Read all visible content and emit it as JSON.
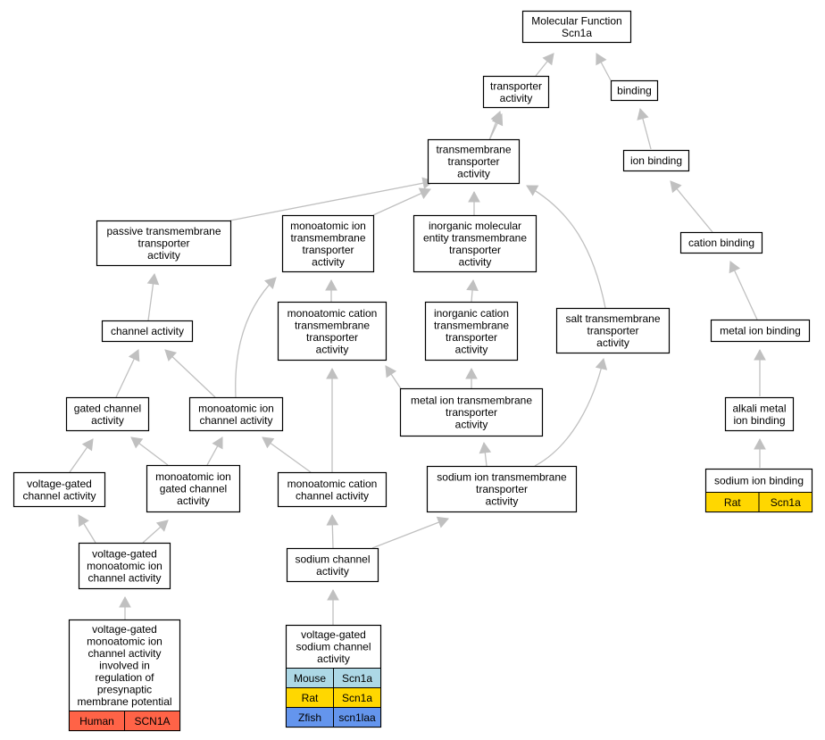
{
  "colors": {
    "edge": "#c0c0c0",
    "Human": "#ff6347",
    "Mouse": "#add8e6",
    "Rat": "#ffd700",
    "Zfish": "#6495ed"
  },
  "nodes": {
    "mf": {
      "lines": [
        "Molecular Function",
        "Scn1a"
      ]
    },
    "ta": {
      "lines": [
        "transporter",
        "activity"
      ]
    },
    "bind": {
      "lines": [
        "binding"
      ]
    },
    "tmta": {
      "lines": [
        "transmembrane",
        "transporter",
        "activity"
      ]
    },
    "ionb": {
      "lines": [
        "ion binding"
      ]
    },
    "ptta": {
      "lines": [
        "passive transmembrane",
        "transporter",
        "activity"
      ]
    },
    "mitta": {
      "lines": [
        "monoatomic ion",
        "transmembrane",
        "transporter",
        "activity"
      ]
    },
    "imetta": {
      "lines": [
        "inorganic molecular",
        "entity transmembrane",
        "transporter",
        "activity"
      ]
    },
    "catb": {
      "lines": [
        "cation binding"
      ]
    },
    "chan": {
      "lines": [
        "channel activity"
      ]
    },
    "mctta": {
      "lines": [
        "monoatomic cation",
        "transmembrane",
        "transporter",
        "activity"
      ]
    },
    "icta": {
      "lines": [
        "inorganic cation",
        "transmembrane",
        "transporter",
        "activity"
      ]
    },
    "salt": {
      "lines": [
        "salt transmembrane",
        "transporter",
        "activity"
      ]
    },
    "metb": {
      "lines": [
        "metal ion binding"
      ]
    },
    "gated": {
      "lines": [
        "gated channel",
        "activity"
      ]
    },
    "mich": {
      "lines": [
        "monoatomic ion",
        "channel activity"
      ]
    },
    "metta": {
      "lines": [
        "metal ion transmembrane",
        "transporter",
        "activity"
      ]
    },
    "alk": {
      "lines": [
        "alkali metal",
        "ion binding"
      ]
    },
    "vgc": {
      "lines": [
        "voltage-gated",
        "channel activity"
      ]
    },
    "migc": {
      "lines": [
        "monoatomic ion",
        "gated channel",
        "activity"
      ]
    },
    "mcch": {
      "lines": [
        "monoatomic cation",
        "channel activity"
      ]
    },
    "sita": {
      "lines": [
        "sodium ion transmembrane",
        "transporter",
        "activity"
      ]
    },
    "sodb": {
      "lines": [
        "sodium ion binding"
      ],
      "rows": [
        [
          "Rat",
          "Scn1a"
        ]
      ]
    },
    "vgmic": {
      "lines": [
        "voltage-gated",
        "monoatomic ion",
        "channel activity"
      ]
    },
    "sch": {
      "lines": [
        "sodium channel",
        "activity"
      ]
    },
    "vgreg": {
      "lines": [
        "voltage-gated",
        "monoatomic ion",
        "channel activity",
        "involved in",
        "regulation of",
        "presynaptic",
        "membrane potential"
      ],
      "rows": [
        [
          "Human",
          "SCN1A"
        ]
      ]
    },
    "vgsc": {
      "lines": [
        "voltage-gated",
        "sodium channel",
        "activity"
      ],
      "rows": [
        [
          "Mouse",
          "Scn1a"
        ],
        [
          "Rat",
          "Scn1a"
        ],
        [
          "Zfish",
          "scn1laa"
        ]
      ]
    }
  }
}
